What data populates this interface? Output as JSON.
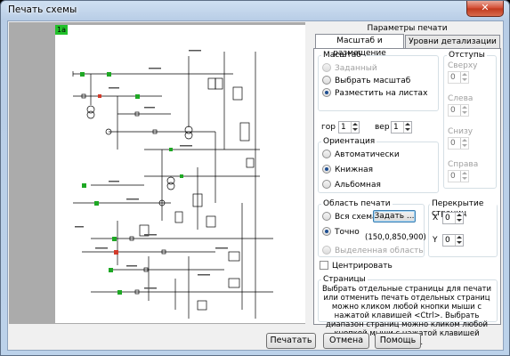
{
  "window": {
    "title": "Печать схемы",
    "close_glyph": "✕"
  },
  "preview": {
    "page_tag": "1a"
  },
  "params": {
    "header": "Параметры печати",
    "tabs": [
      {
        "label": "Масштаб и размещение",
        "active": true
      },
      {
        "label": "Уровни детализации",
        "active": false
      }
    ],
    "scale": {
      "title": "Масштаб",
      "options": [
        {
          "label": "Заданный",
          "selected": false,
          "disabled": true
        },
        {
          "label": "Выбрать масштаб",
          "selected": false,
          "disabled": false
        },
        {
          "label": "Разместить на листах",
          "selected": true,
          "disabled": false
        }
      ],
      "gor_label": "гор",
      "gor_value": "1",
      "ver_label": "вер",
      "ver_value": "1"
    },
    "margins": {
      "title": "Отступы",
      "top_label": "Сверху",
      "top_value": "0",
      "left_label": "Слева",
      "left_value": "0",
      "bottom_label": "Снизу",
      "bottom_value": "0",
      "right_label": "Справа",
      "right_value": "0"
    },
    "orientation": {
      "title": "Ориентация",
      "options": [
        {
          "label": "Автоматически",
          "selected": false
        },
        {
          "label": "Книжная",
          "selected": true
        },
        {
          "label": "Альбомная",
          "selected": false
        }
      ]
    },
    "print_area": {
      "title": "Область печати",
      "options": [
        {
          "label": "Вся схема",
          "selected": false,
          "disabled": false
        },
        {
          "label": "Точно",
          "selected": true,
          "disabled": false
        },
        {
          "label": "Выделенная область",
          "selected": false,
          "disabled": true
        }
      ],
      "set_button": "Задать ...",
      "coords": "(150,0,850,900)"
    },
    "overlap": {
      "title": "Перекрытие страниц",
      "x_label": "X",
      "x_value": "0",
      "y_label": "Y",
      "y_value": "0"
    },
    "center_label": "Центрировать",
    "center_checked": false,
    "pages": {
      "title": "Страницы",
      "text": "Выбрать отдельные страницы для печати или отменить печать отдельных страниц можно кликом любой кнопки мыши с нажатой клавишей <Ctrl>. Выбрать диапазон страниц можно кликом любой кнопкой мыши с нажатой клавишей <Shift>."
    }
  },
  "footer": {
    "print_button": "Печатать",
    "cancel_button": "Отмена",
    "help_button": "Помощь"
  }
}
